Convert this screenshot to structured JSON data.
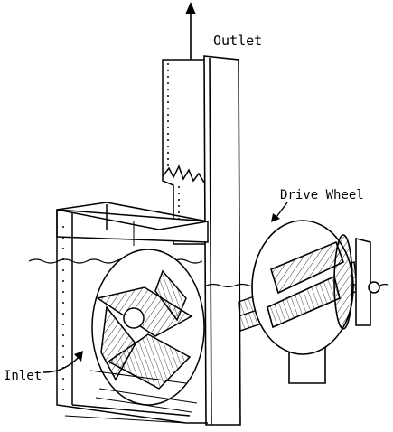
{
  "labels": {
    "outlet": "Outlet",
    "drive_wheel": "Drive Wheel",
    "inlet": "Inlet"
  },
  "colors": {
    "ink": "#000000",
    "paper": "#ffffff",
    "shade": "#d9d9d9"
  }
}
